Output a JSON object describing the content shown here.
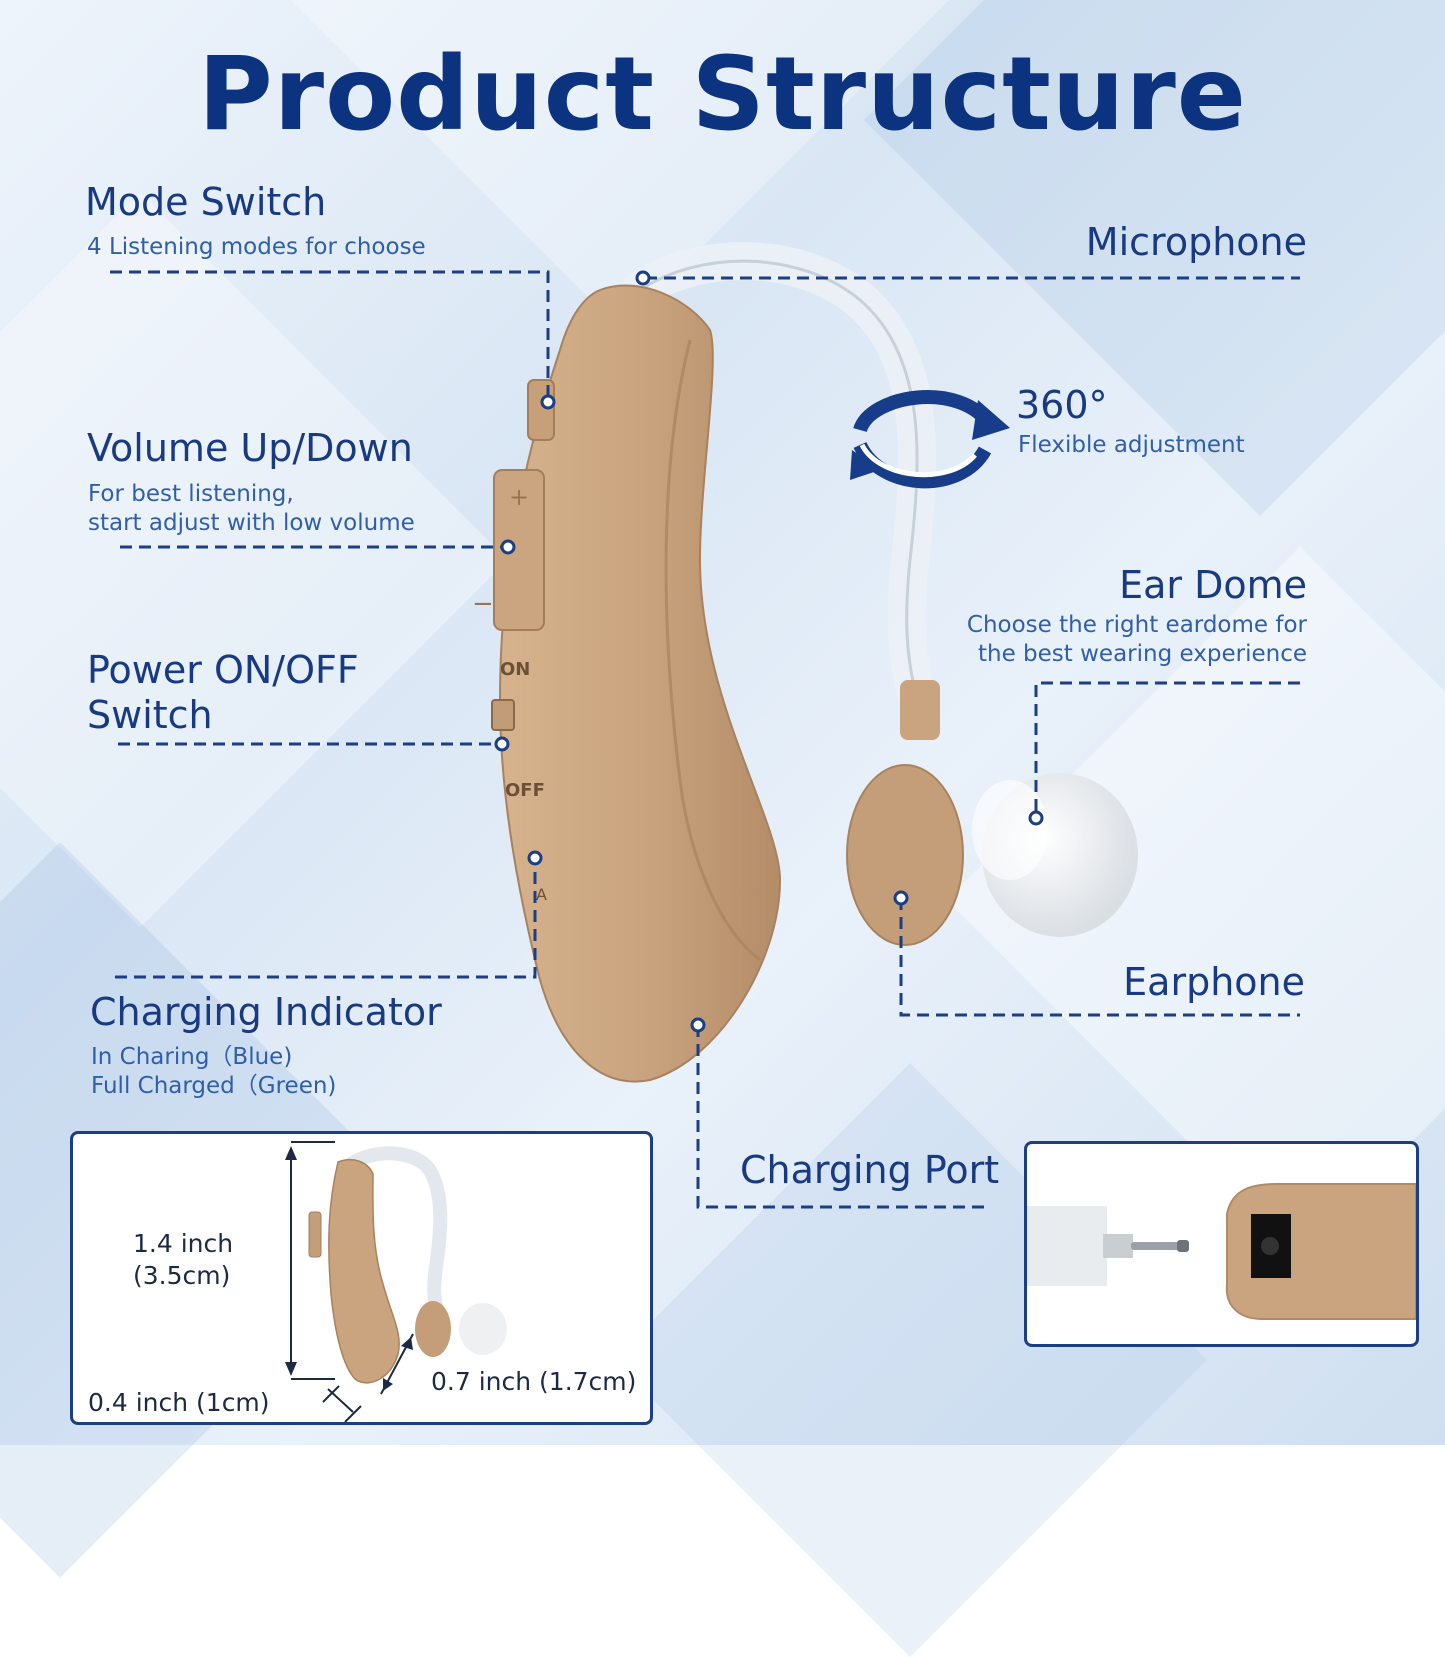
{
  "title": "Product Structure",
  "labels": {
    "mode_switch": {
      "title": "Mode Switch",
      "desc": "4 Listening modes for choose"
    },
    "volume": {
      "title": "Volume Up/Down",
      "desc1": "For best listening,",
      "desc2": "start adjust with low volume"
    },
    "power": {
      "title1": "Power ON/OFF",
      "title2": "Switch"
    },
    "charging_indicator": {
      "title": "Charging Indicator",
      "desc1": "In Charing（Blue)",
      "desc2": "Full Charged（Green)"
    },
    "microphone": {
      "title": "Microphone"
    },
    "rotation": {
      "title": "360°",
      "desc": "Flexible adjustment"
    },
    "ear_dome": {
      "title": "Ear Dome",
      "desc1": "Choose the right eardome for",
      "desc2": "the best wearing experience"
    },
    "earphone": {
      "title": "Earphone"
    },
    "charging_port": {
      "title": "Charging Port"
    }
  },
  "device": {
    "on_label": "ON",
    "off_label": "OFF",
    "plus": "+",
    "minus": "−",
    "mark": "A"
  },
  "dimensions": {
    "height1": "1.4 inch",
    "height2": "(3.5cm)",
    "width": "0.4 inch (1cm)",
    "dome": "0.7 inch (1.7cm)"
  },
  "colors": {
    "navy": "#0b3380",
    "label": "#173a82",
    "skin": "#c9a47e",
    "skin_dark": "#b08a65",
    "dotted": "#1c3e84"
  }
}
